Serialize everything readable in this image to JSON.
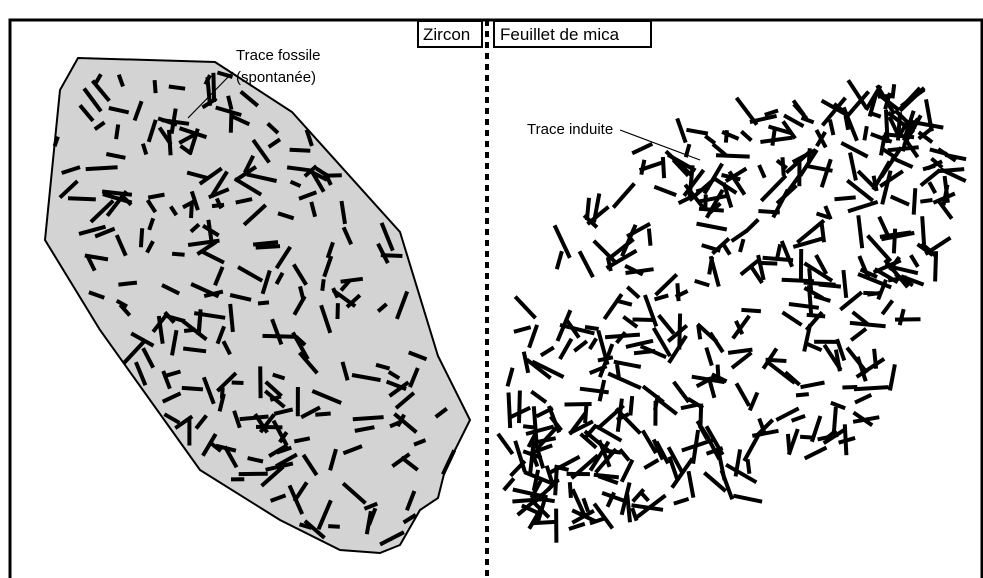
{
  "figure": {
    "left_label": "Zircon",
    "right_label": "Feuillet de mica",
    "annotations": {
      "fossil_track": [
        "Trace fossile",
        "(spontanée)"
      ],
      "induced_track": "Trace induite"
    }
  },
  "colors": {
    "crystal_fill": "#d3d3d3",
    "outline": "#000000",
    "background": "#ffffff"
  }
}
